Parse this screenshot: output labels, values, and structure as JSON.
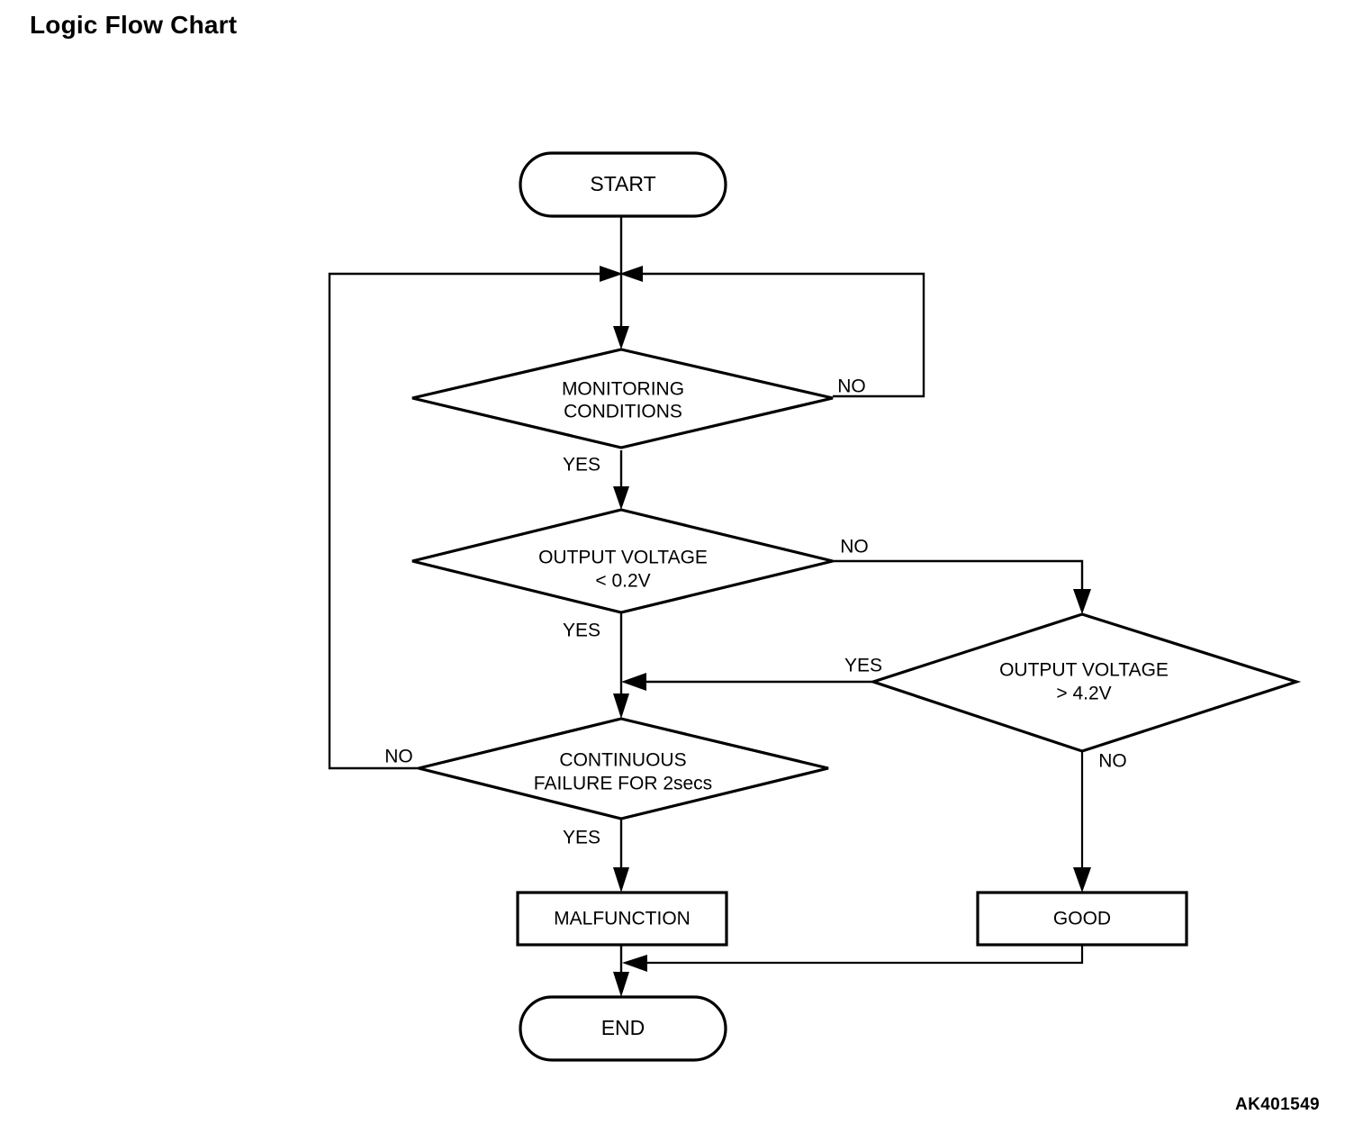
{
  "page": {
    "title": "Logic Flow Chart",
    "figure_code": "AK401549"
  },
  "chart_data": {
    "type": "diagram",
    "diagram_kind": "flowchart",
    "title": "Logic Flow Chart",
    "nodes": [
      {
        "id": "start",
        "shape": "terminator",
        "label": "START"
      },
      {
        "id": "monitoring",
        "shape": "decision",
        "label_line1": "MONITORING",
        "label_line2": "CONDITIONS"
      },
      {
        "id": "volt_low",
        "shape": "decision",
        "label_line1": "OUTPUT VOLTAGE",
        "label_line2": "< 0.2V"
      },
      {
        "id": "volt_high",
        "shape": "decision",
        "label_line1": "OUTPUT VOLTAGE",
        "label_line2": "> 4.2V"
      },
      {
        "id": "continuous",
        "shape": "decision",
        "label_line1": "CONTINUOUS",
        "label_line2": "FAILURE FOR 2secs"
      },
      {
        "id": "malfunction",
        "shape": "process",
        "label": "MALFUNCTION"
      },
      {
        "id": "good",
        "shape": "process",
        "label": "GOOD"
      },
      {
        "id": "end",
        "shape": "terminator",
        "label": "END"
      }
    ],
    "edges": [
      {
        "from": "start",
        "to": "monitoring",
        "label": ""
      },
      {
        "from": "monitoring",
        "to": "monitoring",
        "label": "NO"
      },
      {
        "from": "monitoring",
        "to": "volt_low",
        "label": "YES"
      },
      {
        "from": "volt_low",
        "to": "volt_high",
        "label": "NO"
      },
      {
        "from": "volt_low",
        "to": "continuous",
        "label": "YES"
      },
      {
        "from": "volt_high",
        "to": "continuous",
        "label": "YES"
      },
      {
        "from": "volt_high",
        "to": "good",
        "label": "NO"
      },
      {
        "from": "continuous",
        "to": "monitoring",
        "label": "NO"
      },
      {
        "from": "continuous",
        "to": "malfunction",
        "label": "YES"
      },
      {
        "from": "malfunction",
        "to": "end",
        "label": ""
      },
      {
        "from": "good",
        "to": "end",
        "label": ""
      }
    ],
    "colors": {
      "stroke": "#000000",
      "fill": "#ffffff",
      "text": "#000000"
    }
  },
  "labels": {
    "start": "START",
    "monitoring_l1": "MONITORING",
    "monitoring_l2": "CONDITIONS",
    "monitoring_no": "NO",
    "monitoring_yes": "YES",
    "volt_low_l1": "OUTPUT VOLTAGE",
    "volt_low_l2": "< 0.2V",
    "volt_low_no": "NO",
    "volt_low_yes": "YES",
    "volt_high_l1": "OUTPUT VOLTAGE",
    "volt_high_l2": "> 4.2V",
    "volt_high_yes": "YES",
    "volt_high_no": "NO",
    "continuous_l1": "CONTINUOUS",
    "continuous_l2": "FAILURE FOR 2secs",
    "continuous_no": "NO",
    "continuous_yes": "YES",
    "malfunction": "MALFUNCTION",
    "good": "GOOD",
    "end": "END"
  }
}
